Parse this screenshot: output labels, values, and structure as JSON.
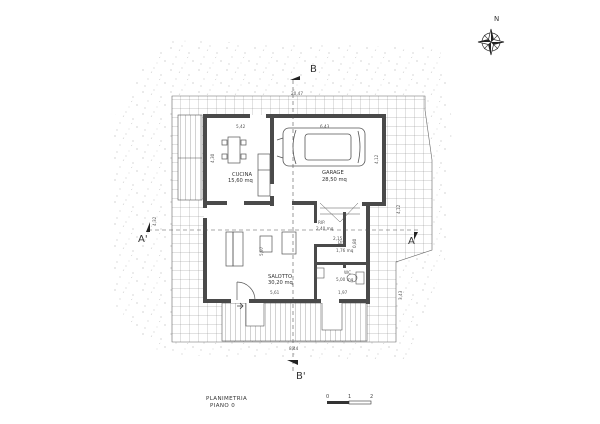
{
  "north_label": "N",
  "section_labels": {
    "top": "B",
    "bottom": "B'",
    "left": "A'",
    "right": "A"
  },
  "rooms": [
    {
      "name": "CUCINA",
      "area": "15,60 mq"
    },
    {
      "name": "GARAGE",
      "area": "28,50 mq"
    },
    {
      "name": "SALOTTO",
      "area": "30,20 mq"
    },
    {
      "name": "DIS.",
      "area": "1,76 mq"
    },
    {
      "name": "WC",
      "area": "5,00 mq"
    },
    {
      "name": "RIP.",
      "area": "2,40 mq"
    }
  ],
  "dimensions": {
    "overall_top": "20,47",
    "overall_bottom": "8,44",
    "kitchen_width": "5,42",
    "garage_width": "6,43",
    "kitchen_height": "4,30",
    "garage_height": "4,12",
    "left_side": "4,32",
    "right_side": "4,12",
    "living_height": "5,97",
    "living_bottom": "5,61",
    "wc_bottom": "1,97",
    "dis_side": "0,80",
    "right_lower": "3,43",
    "rip_width": "2,15"
  },
  "title": {
    "line1": "PLANIMETRIA",
    "line2": "PIANO 0"
  },
  "scale_labels": [
    "0",
    "1",
    "2"
  ]
}
